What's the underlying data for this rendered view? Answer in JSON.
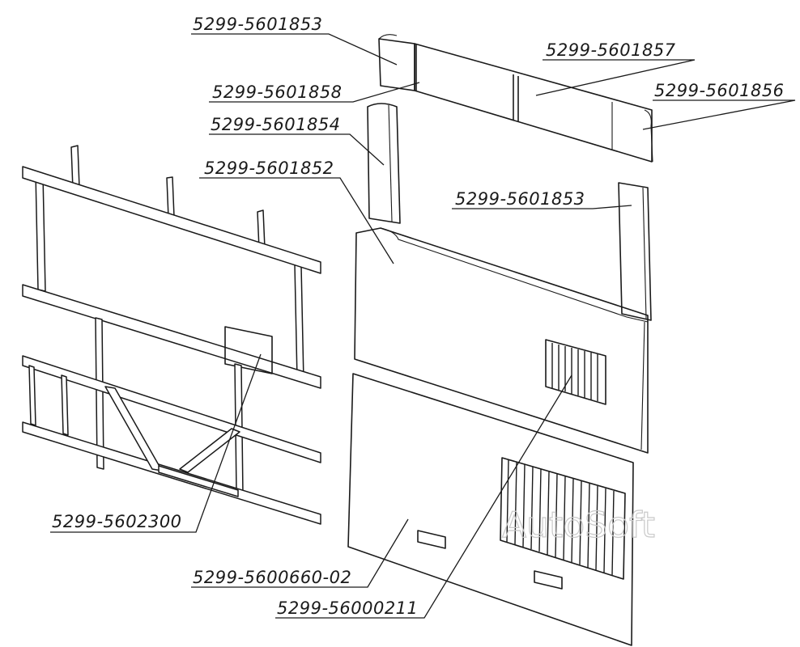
{
  "labels": {
    "top_left_1853": "5299-5601853",
    "p5858": "5299-5601858",
    "p5854": "5299-5601854",
    "p5852": "5299-5601852",
    "p5857": "5299-5601857",
    "p5856": "5299-5601856",
    "right_1853": "5299-5601853",
    "p2300": "5299-5602300",
    "p0660": "5299-5600660-02",
    "p0211": "5299-56000211"
  },
  "watermark": "AutoSoft",
  "colors": {
    "ink": "#1a1a1a",
    "paper": "#ffffff",
    "watermark": "#c9c9c9"
  }
}
